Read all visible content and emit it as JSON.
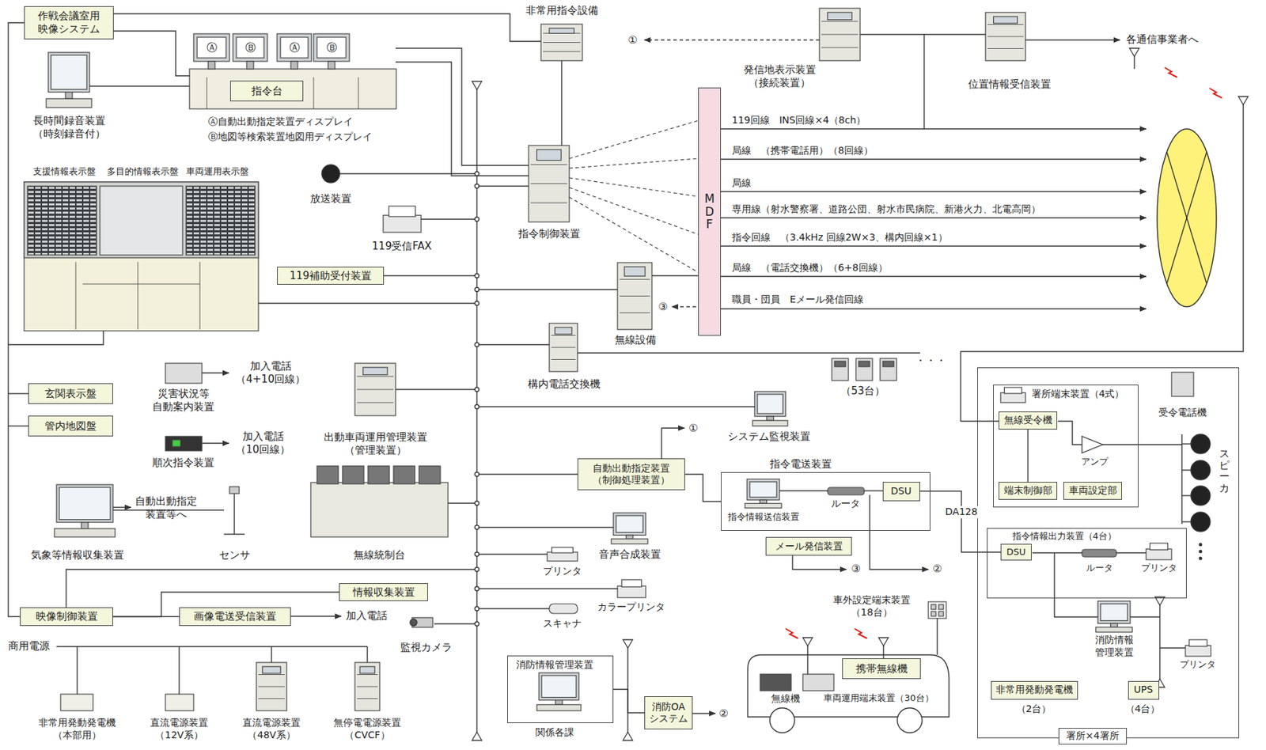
{
  "diagram": {
    "nodes": [
      {
        "text": [
          "作戦会議室用 映像システム"
        ]
      },
      {
        "text": [
          "指令台"
        ]
      },
      {
        "text": [
          "MDF"
        ]
      },
      {
        "text": [
          "119補助受付装置"
        ]
      },
      {
        "text": [
          "玄関表示盤"
        ]
      },
      {
        "text": [
          "管内地図盤"
        ]
      },
      {
        "text": [
          "映像制御装置"
        ]
      },
      {
        "text": [
          "情報収集装置"
        ]
      },
      {
        "text": [
          "画像電送受信装置"
        ]
      },
      {
        "text": [
          "自動出動指定装置 （制御処理装置）"
        ]
      },
      {
        "text": [
          "指令電送装置"
        ]
      },
      {
        "text": [
          "DSU"
        ],
        "in": 10
      },
      {
        "text": [
          "メール発信装置"
        ]
      },
      {
        "text": [
          "消防情報管理装置",
          "関係各課"
        ]
      },
      {
        "text": [
          "消防OA システム"
        ]
      },
      {
        "text": [
          "携帯無線機"
        ]
      },
      {
        "text": [
          "署所×4署所"
        ]
      },
      {
        "text": [
          "署所端末装置（4式）"
        ],
        "in": 16
      },
      {
        "text": [
          "無線受令機"
        ],
        "in": 17
      },
      {
        "text": [
          "端末制御部"
        ],
        "in": 17
      },
      {
        "text": [
          "車両設定部"
        ],
        "in": 17
      },
      {
        "text": [
          "指令情報出力装置（4台）"
        ],
        "in": 16
      },
      {
        "text": [
          "DSU"
        ],
        "in": 21
      },
      {
        "text": [
          "非常用発動発電機"
        ],
        "in": 16
      },
      {
        "text": [
          "UPS"
        ],
        "in": 16
      }
    ],
    "edges": [
      {
        "from": 0,
        "to": 6,
        "arrow": "none"
      },
      {
        "from": 6,
        "to": 7,
        "arrow": "none"
      },
      {
        "from": 6,
        "to": 8,
        "arrow": "none"
      },
      {
        "from": 9,
        "to": 10,
        "arrow": "none"
      },
      {
        "from": 11,
        "to": 22,
        "label": "DA128",
        "arrow": "none"
      },
      {
        "from": 13,
        "to": 14,
        "arrow": "none"
      },
      {
        "from": 18,
        "to": 19,
        "arrow": "none"
      }
    ],
    "labels": [
      "①",
      "非常用指令設備",
      "発信地表示装置 （接続装置）",
      "位置情報受信装置",
      "各通信事業者へ",
      "長時間録音装置 （時刻録音付）",
      "Ⓐ",
      "Ⓑ",
      "Ⓐ",
      "Ⓑ",
      "Ⓐ自動出動指定装置ディスプレイ",
      "Ⓑ地図等検索装置地図用ディスプレイ",
      "支援情報表示盤",
      "多目的情報表示盤",
      "車両運用表示盤",
      "放送装置",
      "119受信FAX",
      "指令制御装置",
      "119回線　INS回線×4（8ch）",
      "局線　（携帯電話用）（8回線）",
      "局線",
      "専用線（射水警察署、道路公団、射水市民病院、新港火力、北電高岡）",
      "指令回線　（3.4kHz 回線2W×3、構内回線×1）",
      "局線　（電話交換機）（6+8回線）",
      "職員・団員　Eメール発信回線",
      "③",
      "無線設備",
      "構内電話交換機",
      "（53台）",
      "・・・",
      "災害状況等 自動案内装置",
      "加入電話 （4+10回線）",
      "順次指令装置",
      "加入電話 （10回線）",
      "出動車両運用管理装置 （管理装置）",
      "無線統制台",
      "気象等情報収集装置",
      "自動出動指定 装置等へ",
      "センサ",
      "システム監視装置",
      "①",
      "指令情報送信装置",
      "ルータ",
      "③",
      "②",
      "音声合成装置",
      "プリンタ",
      "カラープリンタ",
      "スキャナ",
      "監視カメラ",
      "加入電話",
      "商用電源",
      "非常用発動発電機 （本部用）",
      "直流電源装置 （12V系）",
      "直流電源装置 （48V系）",
      "無停電電源装置 （CVCF）",
      "②",
      "車外設定端末装置 （18台）",
      "無線機",
      "車両運用端末装置（30台）",
      "受令電話機",
      "アンプ",
      "スピーカ",
      "ルータ",
      "プリンタ",
      "消防情報 管理装置",
      "プリンタ",
      "（2台）",
      "（4台）"
    ]
  }
}
